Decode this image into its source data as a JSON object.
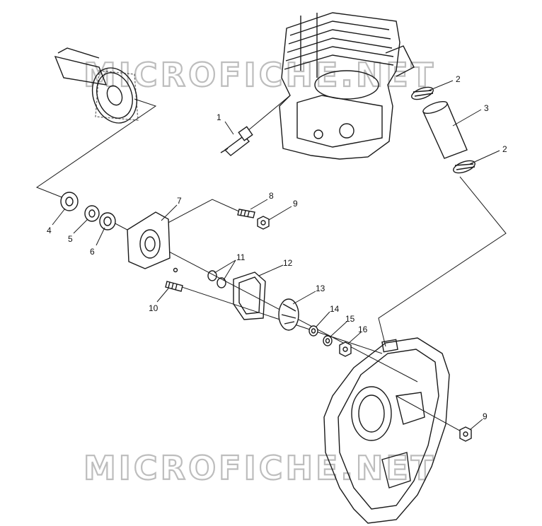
{
  "watermark": "MICROFICHE.NET",
  "callouts": {
    "c1": "1",
    "c2a": "2",
    "c2b": "2",
    "c3": "3",
    "c4": "4",
    "c5": "5",
    "c6": "6",
    "c7": "7",
    "c8": "8",
    "c9a": "9",
    "c9b": "9",
    "c10": "10",
    "c11": "11",
    "c12": "12",
    "c13": "13",
    "c14": "14",
    "c15": "15",
    "c16": "16"
  }
}
